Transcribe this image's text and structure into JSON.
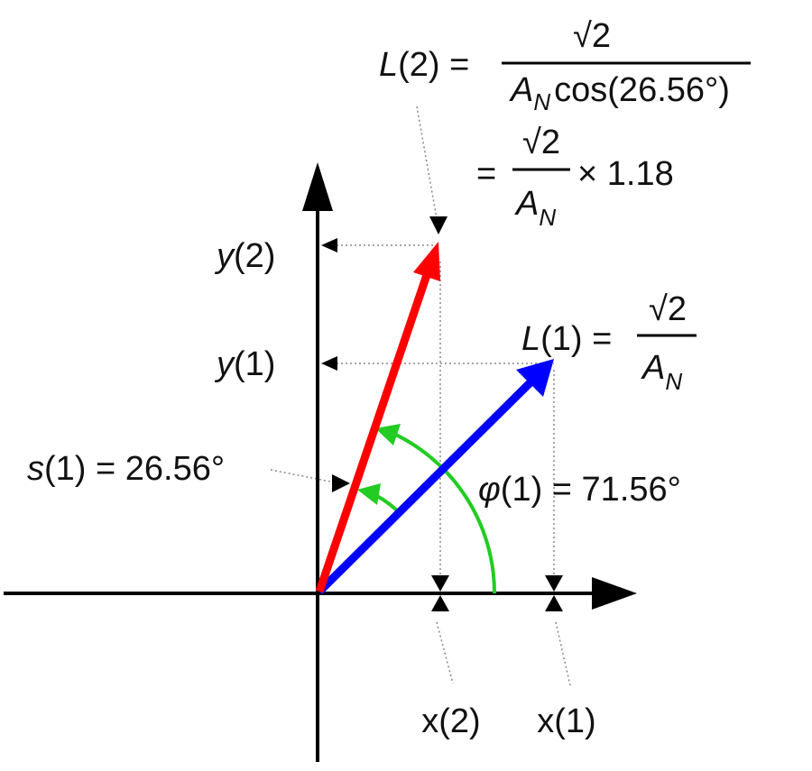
{
  "colors": {
    "axis": "#000000",
    "vector_1": "#0000ff",
    "vector_2": "#ff0000",
    "angle_arc": "#22cc22",
    "guide": "#888888"
  },
  "formula_L2": {
    "lhs_fn": "L",
    "lhs_arg": "(2) =",
    "numerator": "√2",
    "den_A": "A",
    "den_sub": "N",
    "den_rest": "cos(26.56°)"
  },
  "formula_L2_simplified": {
    "eq": "=",
    "numerator": "√2",
    "den_A": "A",
    "den_sub": "N",
    "factor": "× 1.18"
  },
  "formula_L1": {
    "lhs_fn": "L",
    "lhs_arg": "(1) =",
    "numerator": "√2",
    "den_A": "A",
    "den_sub": "N"
  },
  "labels": {
    "y2_fn": "y",
    "y2_arg": "(2)",
    "y1_fn": "y",
    "y1_arg": "(1)",
    "x2": "x(2)",
    "x1": "x(1)",
    "s1_fn": "s",
    "s1_rest": "(1) = 26.56°",
    "phi1_fn": "φ",
    "phi1_rest": "(1) = 71.56°"
  }
}
